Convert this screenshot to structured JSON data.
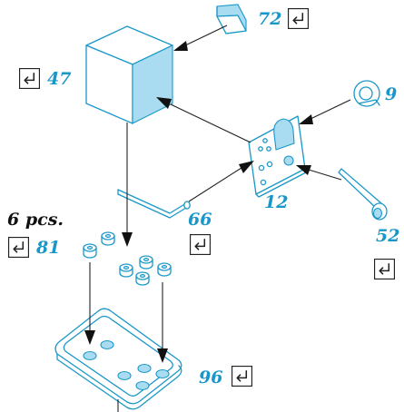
{
  "parts": [
    {
      "id": "bracket",
      "number": "72",
      "icon": "return-arrow-icon"
    },
    {
      "id": "cube",
      "number": "47",
      "icon": "return-arrow-icon"
    },
    {
      "id": "ring-clip",
      "number": "9"
    },
    {
      "id": "mounting-plate",
      "number": "12"
    },
    {
      "id": "rod",
      "number": "66",
      "icon": "return-arrow-icon"
    },
    {
      "id": "pin",
      "number": "52",
      "icon": "return-arrow-icon"
    },
    {
      "id": "caps",
      "number": "81",
      "quantity_label": "6 pcs.",
      "icon": "return-arrow-icon"
    },
    {
      "id": "base-tray",
      "number": "96",
      "icon": "return-arrow-icon"
    }
  ],
  "colors": {
    "part_line": "#1a97c9",
    "part_shade": "#a9dcf0",
    "leader": "#111111",
    "background": "#ffffff"
  }
}
